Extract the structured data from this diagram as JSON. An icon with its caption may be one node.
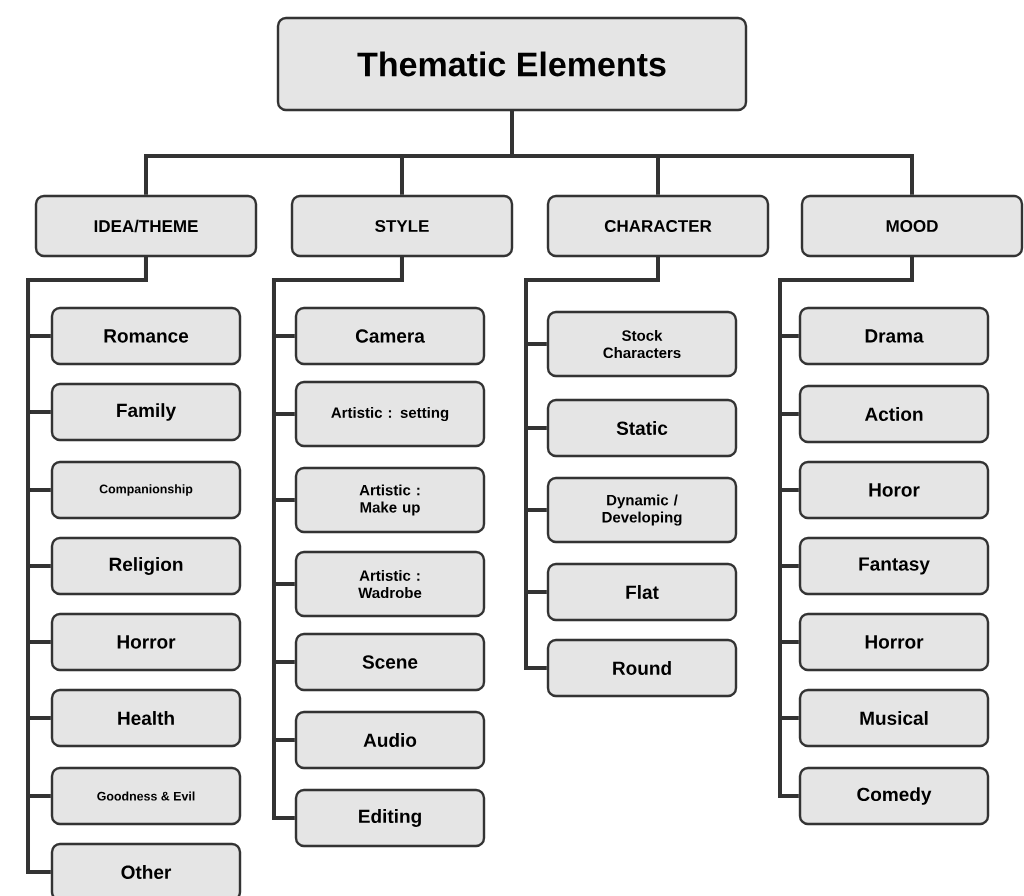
{
  "diagram": {
    "nodes": [
      {
        "text": [
          "Thematic Elements"
        ]
      },
      {
        "text": [
          "IDEA/THEME"
        ]
      },
      {
        "text": [
          "STYLE"
        ]
      },
      {
        "text": [
          "CHARACTER"
        ]
      },
      {
        "text": [
          "MOOD"
        ]
      },
      {
        "text": [
          "Romance"
        ]
      },
      {
        "text": [
          "Family"
        ]
      },
      {
        "text": [
          "Companionship"
        ]
      },
      {
        "text": [
          "Religion"
        ]
      },
      {
        "text": [
          "Horror"
        ]
      },
      {
        "text": [
          "Health"
        ]
      },
      {
        "text": [
          "Goodness & Evil"
        ]
      },
      {
        "text": [
          "Other"
        ]
      },
      {
        "text": [
          "Camera"
        ]
      },
      {
        "text": [
          "Artistic : setting"
        ]
      },
      {
        "text": [
          "Artistic : Make up"
        ]
      },
      {
        "text": [
          "Artistic : Wadrobe"
        ]
      },
      {
        "text": [
          "Scene"
        ]
      },
      {
        "text": [
          "Audio"
        ]
      },
      {
        "text": [
          "Editing"
        ]
      },
      {
        "text": [
          "Stock Characters"
        ]
      },
      {
        "text": [
          "Static"
        ]
      },
      {
        "text": [
          "Dynamic / Developing"
        ]
      },
      {
        "text": [
          "Flat"
        ]
      },
      {
        "text": [
          "Round"
        ]
      },
      {
        "text": [
          "Drama"
        ]
      },
      {
        "text": [
          "Action"
        ]
      },
      {
        "text": [
          "Horor"
        ]
      },
      {
        "text": [
          "Fantasy"
        ]
      },
      {
        "text": [
          "Horror"
        ]
      },
      {
        "text": [
          "Musical"
        ]
      },
      {
        "text": [
          "Comedy"
        ]
      }
    ],
    "edges": [
      {
        "from": 0,
        "to": 1,
        "arrow": "none"
      },
      {
        "from": 0,
        "to": 2,
        "arrow": "none"
      },
      {
        "from": 0,
        "to": 3,
        "arrow": "none"
      },
      {
        "from": 0,
        "to": 4,
        "arrow": "none"
      },
      {
        "from": 1,
        "to": 5,
        "arrow": "none"
      },
      {
        "from": 1,
        "to": 6,
        "arrow": "none"
      },
      {
        "from": 1,
        "to": 7,
        "arrow": "none"
      },
      {
        "from": 1,
        "to": 8,
        "arrow": "none"
      },
      {
        "from": 1,
        "to": 9,
        "arrow": "none"
      },
      {
        "from": 1,
        "to": 10,
        "arrow": "none"
      },
      {
        "from": 1,
        "to": 11,
        "arrow": "none"
      },
      {
        "from": 1,
        "to": 12,
        "arrow": "none"
      },
      {
        "from": 2,
        "to": 13,
        "arrow": "none"
      },
      {
        "from": 2,
        "to": 14,
        "arrow": "none"
      },
      {
        "from": 2,
        "to": 15,
        "arrow": "none"
      },
      {
        "from": 2,
        "to": 16,
        "arrow": "none"
      },
      {
        "from": 2,
        "to": 17,
        "arrow": "none"
      },
      {
        "from": 2,
        "to": 18,
        "arrow": "none"
      },
      {
        "from": 2,
        "to": 19,
        "arrow": "none"
      },
      {
        "from": 3,
        "to": 20,
        "arrow": "none"
      },
      {
        "from": 3,
        "to": 21,
        "arrow": "none"
      },
      {
        "from": 3,
        "to": 22,
        "arrow": "none"
      },
      {
        "from": 3,
        "to": 23,
        "arrow": "none"
      },
      {
        "from": 3,
        "to": 24,
        "arrow": "none"
      },
      {
        "from": 4,
        "to": 25,
        "arrow": "none"
      },
      {
        "from": 4,
        "to": 26,
        "arrow": "none"
      },
      {
        "from": 4,
        "to": 27,
        "arrow": "none"
      },
      {
        "from": 4,
        "to": 28,
        "arrow": "none"
      },
      {
        "from": 4,
        "to": 29,
        "arrow": "none"
      },
      {
        "from": 4,
        "to": 30,
        "arrow": "none"
      },
      {
        "from": 4,
        "to": 31,
        "arrow": "none"
      }
    ]
  }
}
